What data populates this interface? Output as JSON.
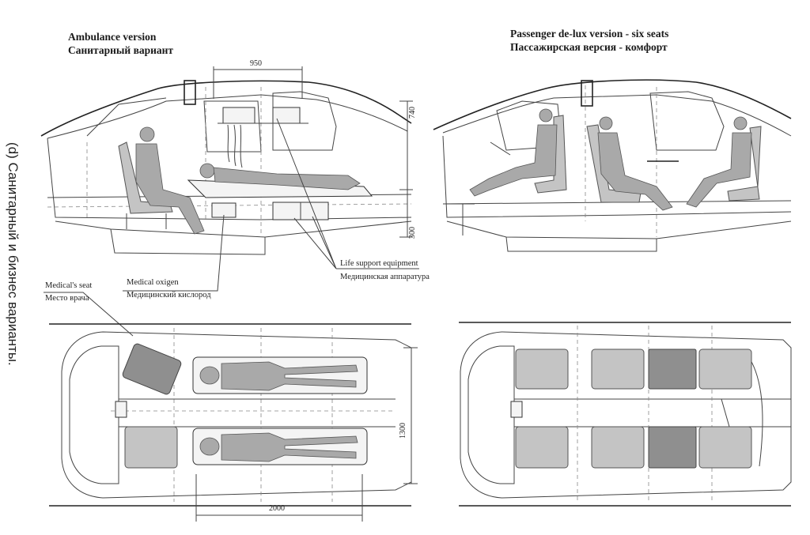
{
  "ambulance": {
    "title_en": "Ambulance version",
    "title_ru": "Санитарный вариант",
    "dim_top": "950",
    "dim_right_top": "740",
    "dim_right_bottom": "300",
    "life_support_en": "Life support equipment",
    "life_support_ru": "Медицинская аппаратура",
    "medical_seat_en": "Medical's seat",
    "medical_seat_ru": "Место врача",
    "medical_oxygen_en": "Medical oxigen",
    "medical_oxygen_ru": "Медицинский кислород",
    "dim_plan_width": "1300",
    "dim_plan_length": "2000"
  },
  "passenger": {
    "title_en": "Passenger de-lux version - six seats",
    "title_ru": "Пассажирская версия - комфорт"
  },
  "side_caption": "(d) Санитарный и бизнес варианты."
}
